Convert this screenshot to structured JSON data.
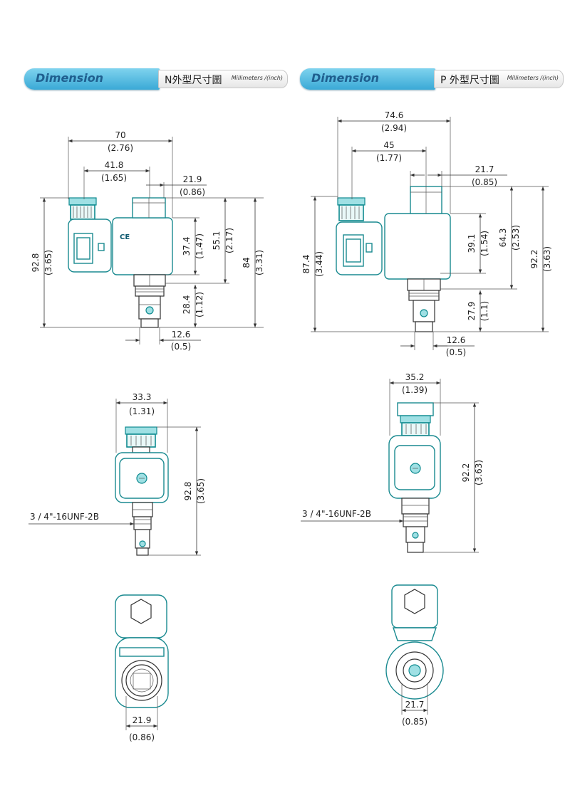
{
  "headers": [
    {
      "tab": "Dimension",
      "cn": "N外型尺寸圖",
      "unit": "Millimeters /(inch)"
    },
    {
      "tab": "Dimension",
      "cn": "P 外型尺寸圖",
      "unit": "Millimeters /(inch)"
    }
  ],
  "n_side": {
    "d70": "70",
    "d70i": "(2.76)",
    "d41": "41.8",
    "d41i": "(1.65)",
    "d21": "21.9",
    "d21i": "(0.86)",
    "d92": "92.8",
    "d92i": "(3.65)",
    "d37": "37.4",
    "d37i": "(1.47)",
    "d55": "55.1",
    "d55i": "(2.17)",
    "d84": "84",
    "d84i": "(3.31)",
    "d28": "28.4",
    "d28i": "(1.12)",
    "d12": "12.6",
    "d12i": "(0.5)",
    "ce": "CE"
  },
  "p_side": {
    "d74": "74.6",
    "d74i": "(2.94)",
    "d45": "45",
    "d45i": "(1.77)",
    "d21": "21.7",
    "d21i": "(0.85)",
    "d87": "87.4",
    "d87i": "(3.44)",
    "d39": "39.1",
    "d39i": "(1.54)",
    "d64": "64.3",
    "d64i": "(2.53)",
    "d92": "92.2",
    "d92i": "(3.63)",
    "d27": "27.9",
    "d27i": "(1.1)",
    "d12": "12.6",
    "d12i": "(0.5)"
  },
  "n_front": {
    "d33": "33.3",
    "d33i": "(1.31)",
    "d92": "92.8",
    "d92i": "(3.65)",
    "thread": "3 / 4\"-16UNF-2B"
  },
  "p_front": {
    "d35": "35.2",
    "d35i": "(1.39)",
    "d92": "92.2",
    "d92i": "(3.63)",
    "thread": "3 / 4\"-16UNF-2B"
  },
  "n_bottom": {
    "d21": "21.9",
    "d21i": "(0.86)"
  },
  "p_bottom": {
    "d21": "21.7",
    "d21i": "(0.85)"
  }
}
